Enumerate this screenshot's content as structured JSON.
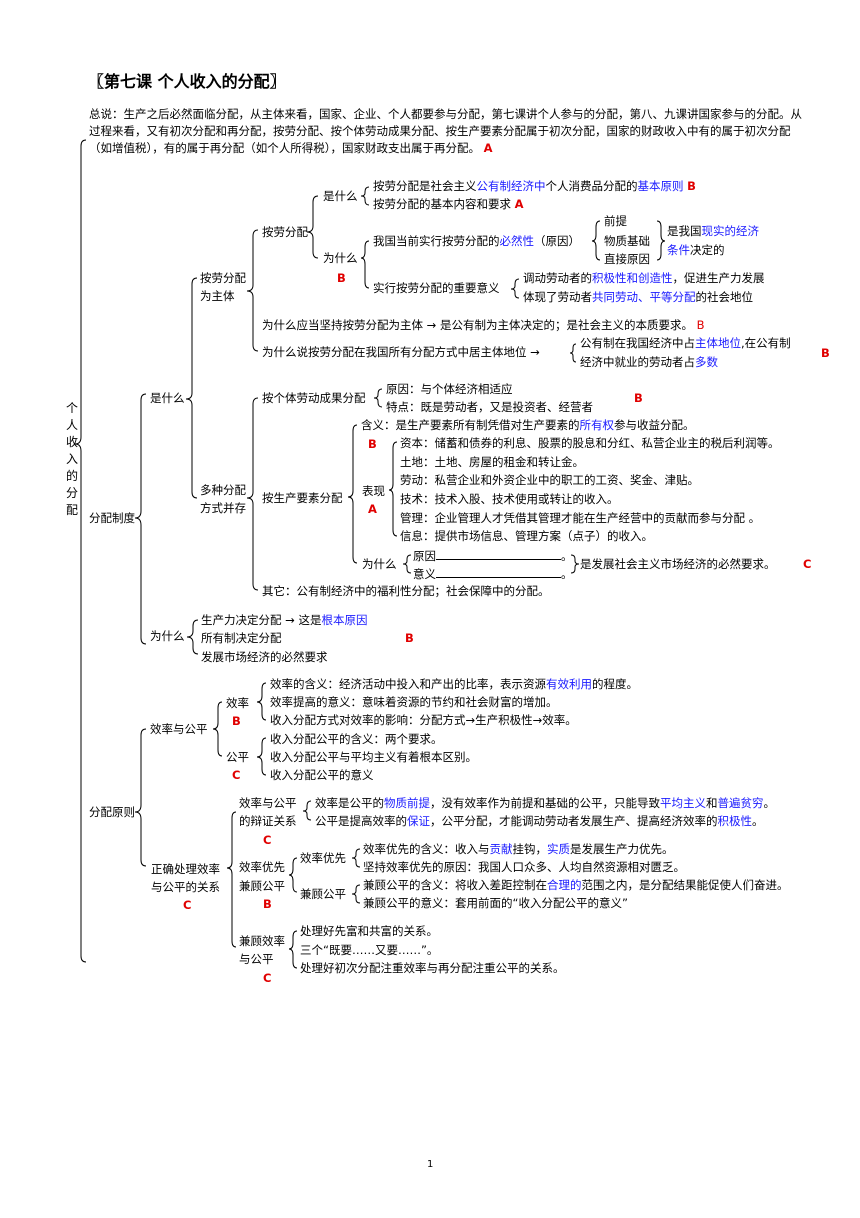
{
  "title": "〖第七课  个人收入的分配〗",
  "intro": "总说：生产之后必然面临分配，从主体来看，国家、企业、个人都要参与分配，第七课讲个人参与的分配，第八、九课讲国家参与的分配。从过程来看，又有初次分配和再分配，按劳分配、按个体劳动成果分配、按生产要素分配属于初次分配，国家的财政收入中有的属于初次分配（如增值税），有的属于再分配（如个人所得税），国家财政支出属于再分配。",
  "root": "个人收入的分配",
  "level_letters": {
    "a": "A",
    "b": "B",
    "c": "C"
  },
  "colors": {
    "blue": "#1a1aff",
    "red": "#e00000"
  },
  "labels": {
    "fenpei_zhidu": "分配制度",
    "fenpei_yuanze": "分配原则",
    "shi_shenme": "是什么",
    "wei_shenme": "为什么",
    "anlao_zhuti_1": "按劳分配",
    "anlao_zhuti_2": "为主体",
    "duozhong_1": "多种分配",
    "duozhong_2": "方式并存",
    "anlao": "按劳分配",
    "anlao_shi": "是什么",
    "anlao_wei": "为什么",
    "qiantí": "前提",
    "wuzhi": "物质基础",
    "zhijie": "直接原因",
    "geti": "按个体劳动成果分配",
    "yaosu": "按生产要素分配",
    "biaoxian": "表现",
    "yaosu_wei": "为什么",
    "yuanyin": "原因",
    "yiyi": "意义",
    "xiaolv_gongping": "效率与公平",
    "xiaolv": "效率",
    "gongping": "公平",
    "zhengque_1": "正确处理效率",
    "zhengque_2": "与公平的关系",
    "bianzheng_1": "效率与公平",
    "bianzheng_2": "的辩证关系",
    "youxian_1": "效率优先",
    "youxian_2": "兼顾公平",
    "xl_youxian": "效率优先",
    "jg_gongping": "兼顾公平",
    "jiangu_1": "兼顾效率",
    "jiangu_2": "与公平"
  },
  "texts": {
    "a1_pre": "按劳分配是社会主义",
    "a1_blue1": "公有制经济中",
    "a1_mid": "个人消费品分配的",
    "a1_blue2": "基本原则",
    "a2": "按劳分配的基本内容和要求",
    "b1_pre": "我国当前实行按劳分配的",
    "b1_blue": "必然性",
    "b1_post": "（原因）",
    "b1_r_pre": "是我国",
    "b1_r_blue1": "现实的经济",
    "b1_r_blue2": "条件",
    "b1_r_post": "决定的",
    "b2": "实行按劳分配的重要意义",
    "b2_1_pre": "调动劳动者的",
    "b2_1_blue": "积极性和创造性",
    "b2_1_post": "，促进生产力发展",
    "b2_2_pre": "体现了劳动者",
    "b2_2_blue": "共同劳动、平等分配",
    "b2_2_post": "的社会地位",
    "why_zhuti": "为什么应当坚持按劳分配为主体  →  是公有制为主体决定的；是社会主义的本质要求。",
    "why_zhudi": "为什么说按劳分配在我国所有分配方式中居主体地位  →",
    "zhudi_1_pre": "公有制在我国经济中占",
    "zhudi_1_blue": "主体地位",
    "zhudi_1_post": ",在公有制",
    "zhudi_2_pre": "经济中就业的劳动者占",
    "zhudi_2_blue": "多数",
    "geti_1": "原因：与个体经济相适应",
    "geti_2": "特点：既是劳动者，又是投资者、经营者",
    "hanyi_pre": "含义：是生产要素所有制凭借对生产要素的",
    "hanyi_blue": "所有权",
    "hanyi_post": "参与收益分配。",
    "ziben": "资本：储蓄和债券的利息、股票的股息和分红、私营企业主的税后利润等。",
    "tudi": "土地：土地、房屋的租金和转让金。",
    "laodong": "劳动：私营企业和外资企业中的职工的工资、奖金、津贴。",
    "jishu": "技术：技术入股、技术使用或转让的收入。",
    "guanli": "管理：企业管理人才凭借其管理才能在生产经营中的贡献而参与分配  。",
    "xinxi": "信息：提供市场信息、管理方案（点子）的收入。",
    "fill_end": "。",
    "wei_result": "是发展社会主义市场经济的必然要求。",
    "qita": "其它：公有制经济中的福利性分配；社会保障中的分配。",
    "why_1_pre": "生产力决定分配  →  这是",
    "why_1_blue": "根本原因",
    "why_2": "所有制决定分配",
    "why_3": "发展市场经济的必然要求",
    "xl_1_pre": "效率的含义：经济活动中投入和产出的比率，表示资源",
    "xl_1_blue": "有效利用",
    "xl_1_post": "的程度。",
    "xl_2": "效率提高的意义：意味着资源的节约和社会财富的增加。",
    "xl_3": "收入分配方式对效率的影响：分配方式→生产积极性→效率。",
    "gp_1": "收入分配公平的含义：两个要求。",
    "gp_2": "收入分配公平与平均主义有着根本区别。",
    "gp_3": "收入分配公平的意义",
    "bz_1_pre": "效率是公平的",
    "bz_1_blue1": "物质前提",
    "bz_1_mid": "，没有效率作为前提和基础的公平，只能导致",
    "bz_1_blue2": "平均主义",
    "bz_1_and": "和",
    "bz_1_blue3": "普遍贫穷",
    "bz_1_end": "。",
    "bz_2_pre": "公平是提高效率的",
    "bz_2_blue1": "保证",
    "bz_2_mid": "，公平分配，才能调动劳动者发展生产、提高经济效率的",
    "bz_2_blue2": "积极性",
    "bz_2_end": "。",
    "yx_1_pre": "效率优先的含义：收入与",
    "yx_1_blue1": "贡献",
    "yx_1_mid": "挂钩，",
    "yx_1_blue2": "实质",
    "yx_1_post": "是发展生产力优先。",
    "yx_2": "坚持效率优先的原因：我国人口众多、人均自然资源相对匮乏。",
    "jg_1_pre": "兼顾公平的含义：将收入差距控制在",
    "jg_1_blue": "合理的",
    "jg_1_post": "范围之内，是分配结果能促使人们奋进。",
    "jg_2": "兼顾公平的意义：套用前面的“收入分配公平的意义”",
    "jx_1": "处理好先富和共富的关系。",
    "jx_2": "三个“既要……又要……”。",
    "jx_3": "处理好初次分配注重效率与再分配注重公平的关系。"
  },
  "page_number": "1"
}
